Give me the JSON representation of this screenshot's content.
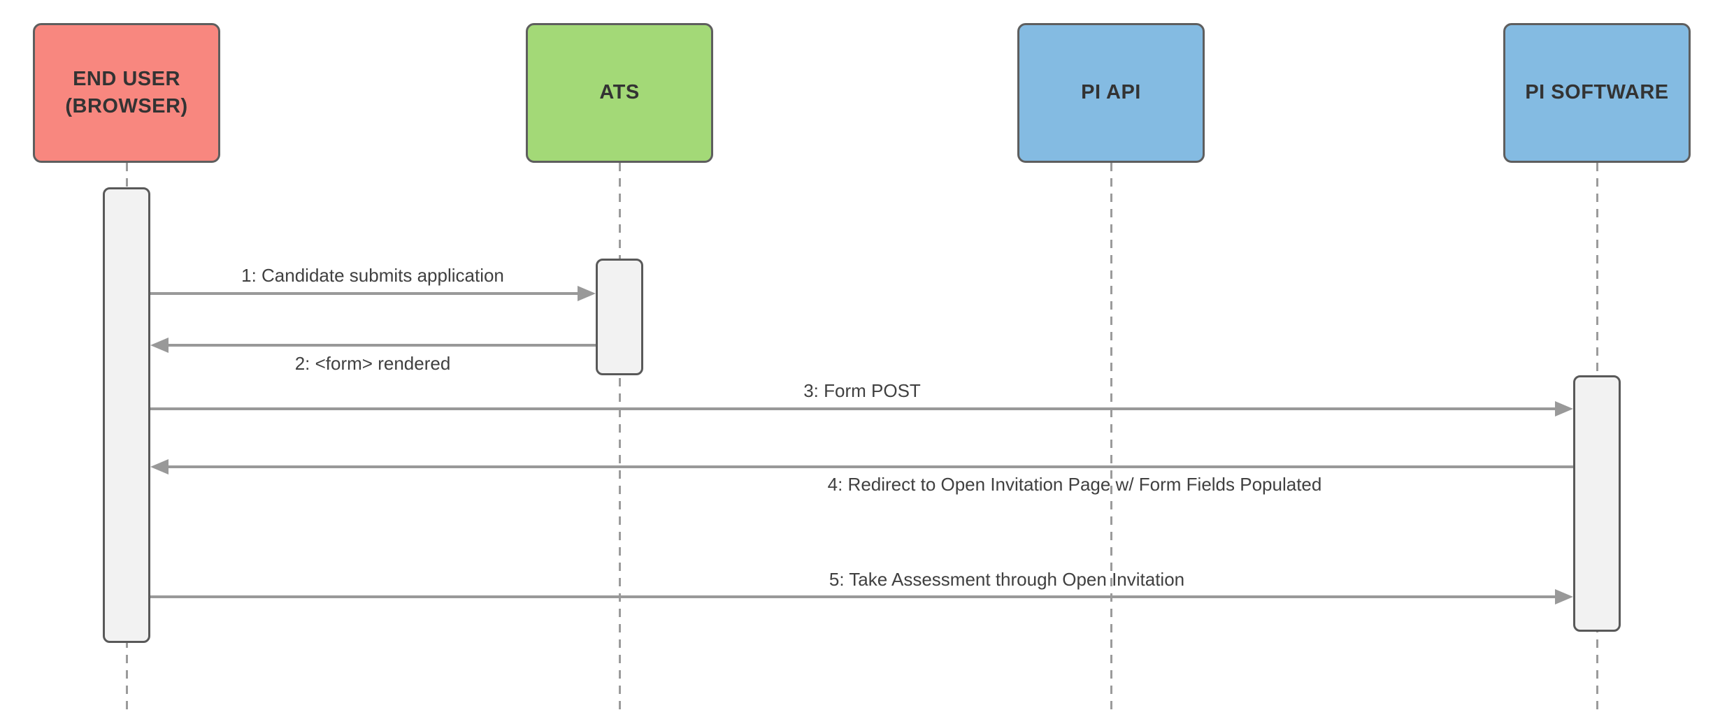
{
  "diagram": {
    "kind": "uml-sequence-diagram",
    "actors": [
      {
        "id": "end-user",
        "name": "END USER\n(BROWSER)",
        "color": "#F8877F"
      },
      {
        "id": "ats",
        "name": "ATS",
        "color": "#A3D977"
      },
      {
        "id": "pi-api",
        "name": "PI API",
        "color": "#84BBE2"
      },
      {
        "id": "pi-software",
        "name": "PI SOFTWARE",
        "color": "#84BBE2"
      }
    ],
    "messages": [
      {
        "seq": "1",
        "label": "1: Candidate submits application",
        "from": "END USER (BROWSER)",
        "to": "ATS",
        "direction": "right",
        "label_position": "above"
      },
      {
        "seq": "2",
        "label": "2: <form> rendered",
        "from": "ATS",
        "to": "END USER (BROWSER)",
        "direction": "left",
        "label_position": "below"
      },
      {
        "seq": "3",
        "label": "3: Form POST",
        "from": "END USER (BROWSER)",
        "to": "PI SOFTWARE",
        "direction": "right",
        "label_position": "above"
      },
      {
        "seq": "4",
        "label": "4: Redirect to Open Invitation Page w/ Form Fields Populated",
        "from": "PI SOFTWARE",
        "to": "END USER (BROWSER)",
        "direction": "left",
        "label_position": "below"
      },
      {
        "seq": "5",
        "label": "5: Take Assessment through Open Invitation",
        "from": "END USER (BROWSER)",
        "to": "PI SOFTWARE",
        "direction": "right",
        "label_position": "above"
      }
    ],
    "colors": {
      "actor_red": "#F8877F",
      "actor_green": "#A3D977",
      "actor_blue": "#84BBE2",
      "shape_border": "#5E5E5E",
      "activation_fill": "#F2F2F2",
      "activation_border": "#595959",
      "line": "#999999",
      "message_text": "#404040",
      "actor_text": "#333333",
      "background": "#FFFFFF"
    }
  }
}
